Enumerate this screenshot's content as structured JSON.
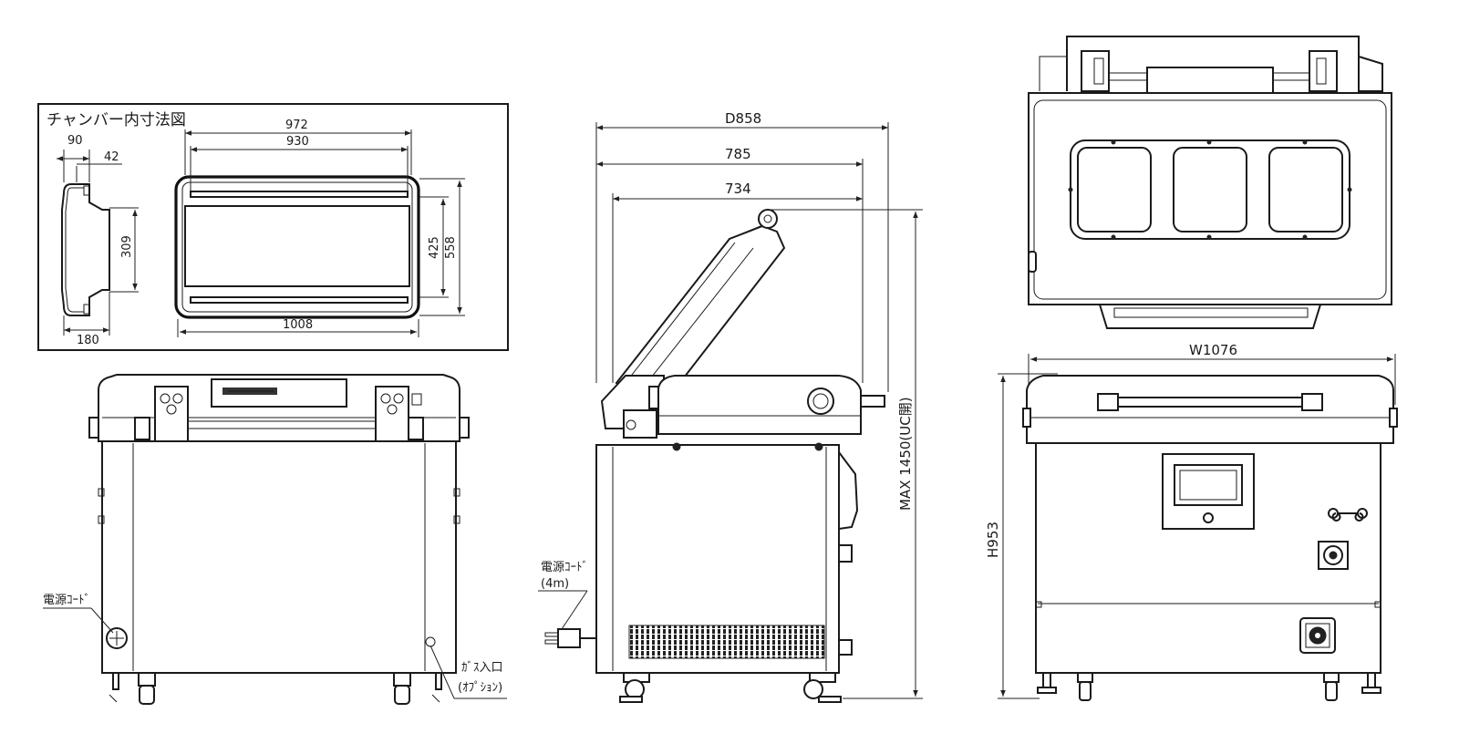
{
  "chamber": {
    "title": "チャンバー内寸法図",
    "dims": {
      "d90": "90",
      "d42": "42",
      "d309": "309",
      "d180": "180",
      "d972": "972",
      "d930": "930",
      "d425": "425",
      "d558": "558",
      "d1008": "1008"
    }
  },
  "front": {
    "power_cord_label": "電源ｺｰﾄﾞ",
    "gas_inlet_label": "ｶﾞｽ入口",
    "gas_inlet_option": "(ｵﾌﾟｼｮﾝ)"
  },
  "side": {
    "dims": {
      "d858": "D858",
      "d785": "785",
      "d734": "734",
      "max_height": "MAX 1450(UC開)"
    },
    "power_cord_label": "電源ｺｰﾄﾞ",
    "power_cord_length": "(4m)"
  },
  "back": {
    "width": "W1076",
    "height": "H953"
  }
}
